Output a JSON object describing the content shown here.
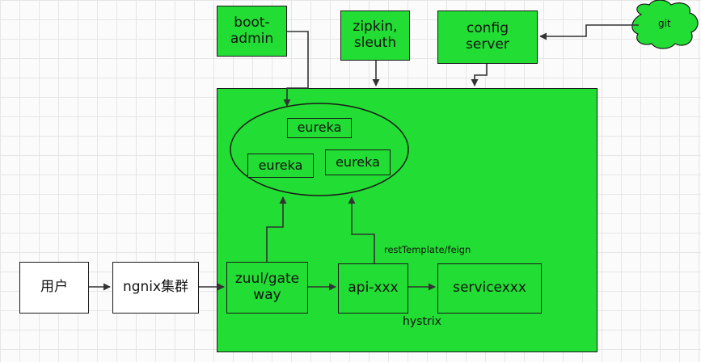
{
  "colors": {
    "node_fill": "#22dd33",
    "white_fill": "#ffffff",
    "line": "#333333",
    "grid": "#e6e6e6"
  },
  "nodes": {
    "boot_admin": "boot-admin",
    "zipkin_sleuth": "zipkin, sleuth",
    "config_server": "config server",
    "git": "git",
    "eureka_top": "eureka",
    "eureka_left": "eureka",
    "eureka_right": "eureka",
    "user": "用户",
    "ngnix": "ngnix集群",
    "zuul_gateway": "zuul/gate way",
    "api": "api-xxx",
    "service": "servicexxx"
  },
  "labels": {
    "rest_template": "restTemplate/feign",
    "hystrix": "hystrix"
  }
}
